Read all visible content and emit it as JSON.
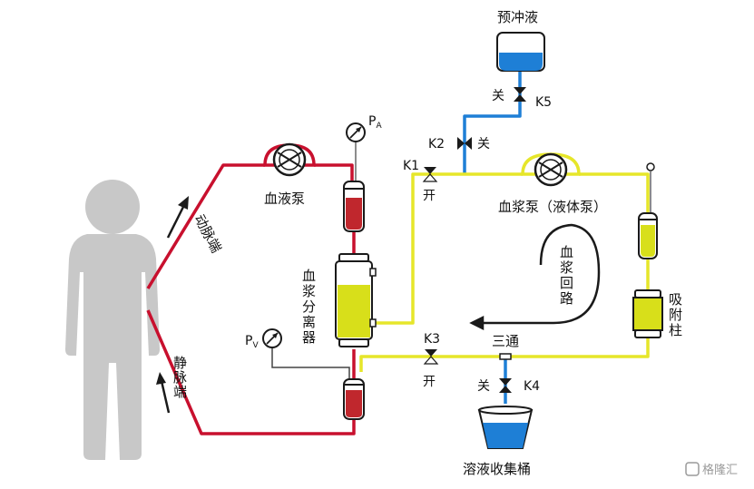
{
  "labels": {
    "prime_fluid": "预冲液",
    "k5_state": "关",
    "k5": "K5",
    "k2": "K2",
    "k2_state": "关",
    "k1": "K1",
    "k1_state": "开",
    "pa": "P",
    "pa_sub": "A",
    "pv": "P",
    "pv_sub": "V",
    "blood_pump": "血液泵",
    "plasma_pump": "血浆泵（液体泵）",
    "artery_end": "动脉端",
    "vein_end": "静脉端",
    "plasma_separator": "血浆分离器",
    "plasma_loop": "血浆回路",
    "adsorption_column": "吸附柱",
    "k3": "K3",
    "k3_state": "开",
    "three_way": "三通",
    "k4_state": "关",
    "k4": "K4",
    "waste_bucket": "溶液收集桶",
    "watermark": "格隆汇"
  },
  "colors": {
    "blood_line": "#c8102e",
    "plasma_line": "#e6e62a",
    "saline_line": "#1e7fd6",
    "blood_fill": "#c0272d",
    "plasma_fill": "#d8df1a",
    "human": "#c8c8c8",
    "valve": "#1a1a1a"
  },
  "icons": [
    "human-figure",
    "pump-icon",
    "pressure-gauge-icon",
    "valve-icon",
    "drip-chamber-icon",
    "filter-column-icon",
    "bag-icon",
    "bucket-icon",
    "arrow-icon"
  ]
}
